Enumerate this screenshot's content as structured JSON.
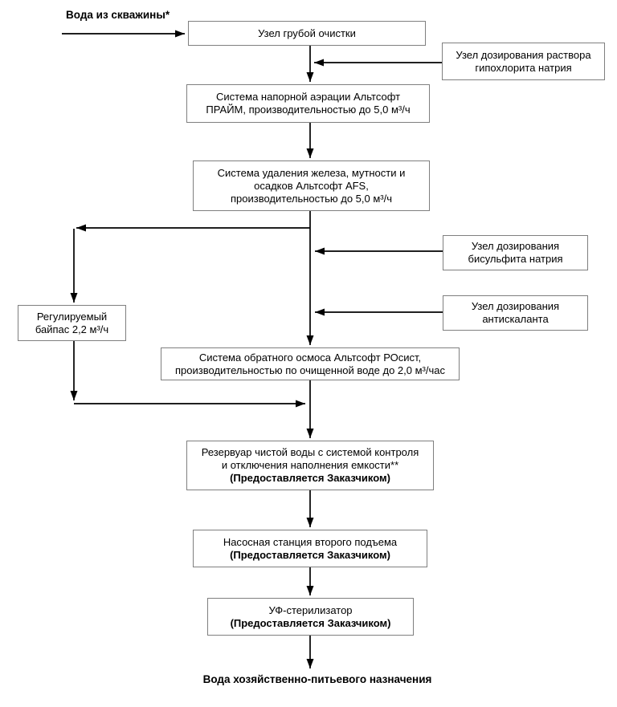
{
  "diagram": {
    "source_label": "Вода из скважины*",
    "output_label": "Вода хозяйственно-питьевого назначения",
    "boxes": {
      "coarse_filter": {
        "lines": [
          "Узел грубой очистки"
        ]
      },
      "hypochlorite_dosing": {
        "lines": [
          "Узел дозирования раствора",
          "гипохлорита натрия"
        ]
      },
      "aeration": {
        "lines": [
          "Система напорной аэрации Альтсофт",
          "ПРАЙМ, производительностью до 5,0 м³/ч"
        ]
      },
      "iron_removal": {
        "lines": [
          "Система удаления железа, мутности и",
          "осадков Альтсофт AFS,",
          "производительностью до 5,0 м³/ч"
        ]
      },
      "bisulfite_dosing": {
        "lines": [
          "Узел дозирования",
          "бисульфита натрия"
        ]
      },
      "antiscalant_dosing": {
        "lines": [
          "Узел дозирования",
          "антискаланта"
        ]
      },
      "bypass": {
        "lines": [
          "Регулируемый",
          "байпас 2,2 м³/ч"
        ]
      },
      "reverse_osmosis": {
        "lines": [
          "Система обратного осмоса Альтсофт РОсист,",
          "производительностью по очищенной воде до 2,0 м³/час"
        ]
      },
      "clean_water_tank": {
        "lines": [
          "Резервуар чистой воды с системой контроля",
          "и отключения наполнения емкости**"
        ],
        "note": "(Предоставляется Заказчиком)"
      },
      "pump_station": {
        "lines": [
          "Насосная станция второго подъема"
        ],
        "note": "(Предоставляется Заказчиком)"
      },
      "uv_sterilizer": {
        "lines": [
          "УФ-стерилизатор"
        ],
        "note": "(Предоставляется Заказчиком)"
      }
    },
    "colors": {
      "line": "#000000",
      "box_border": "#7f7f7f",
      "background": "#ffffff",
      "text": "#000000"
    }
  }
}
